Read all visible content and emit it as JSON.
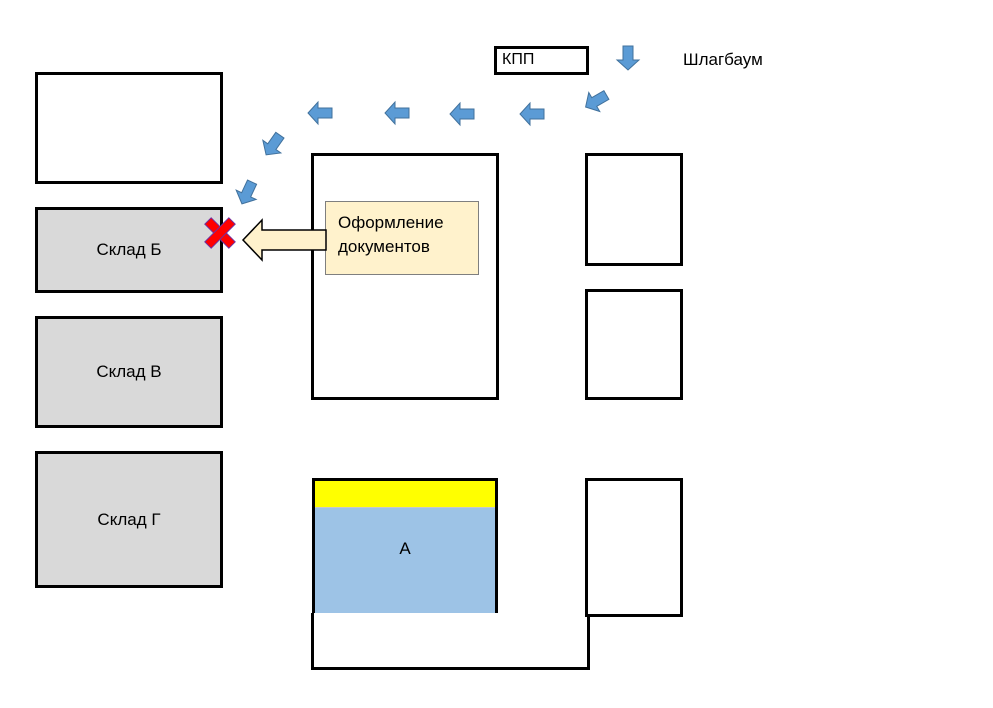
{
  "checkpoint": {
    "label": "КПП"
  },
  "barrier": {
    "label": "Шлагбаум"
  },
  "warehouses": [
    {
      "id": "b",
      "label": "Склад Б"
    },
    {
      "id": "v",
      "label": "Склад В"
    },
    {
      "id": "g",
      "label": "Склад Г"
    }
  ],
  "building_a": {
    "label": "А"
  },
  "documents": {
    "line1": "Оформление",
    "line2": "документов"
  },
  "colors": {
    "route_arrow": "#5b9bd5",
    "warehouse_fill": "#d9d9d9",
    "building_a_fill": "#9dc3e6",
    "building_a_stripe": "#ffff00",
    "document_box": "#fff2cc",
    "blocked_mark": "#ff0000"
  },
  "icons": {
    "route": "arrow-icon",
    "blocked": "cross-icon",
    "direction": "left-arrow-icon"
  }
}
